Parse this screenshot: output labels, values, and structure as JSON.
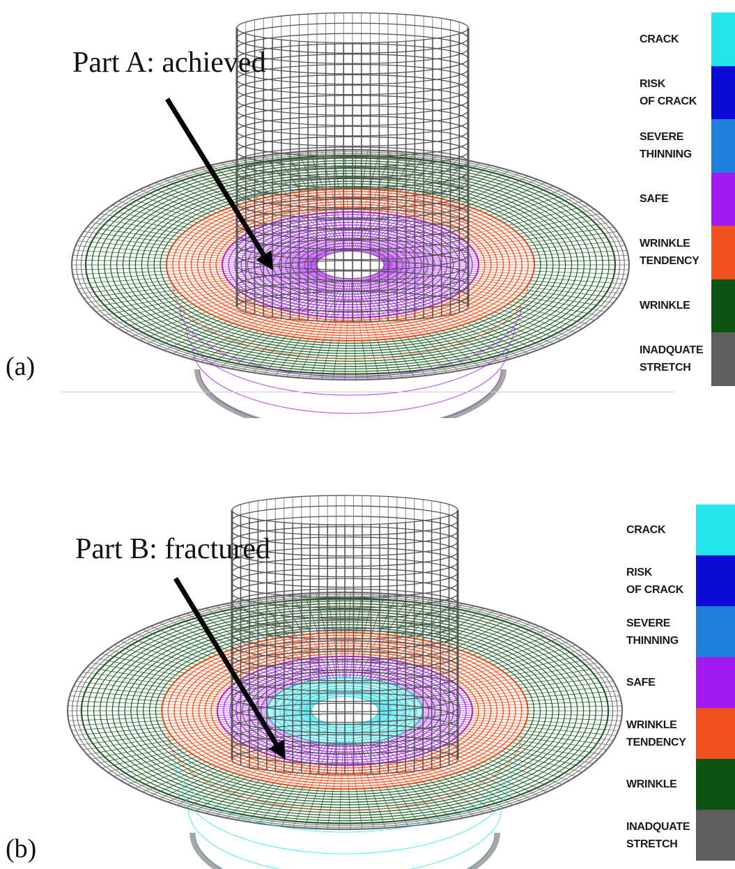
{
  "colors": {
    "crack": "#22e5ec",
    "risk_of_crack": "#0b0bd6",
    "severe_thinning": "#1e7fd8",
    "safe": "#a21af0",
    "wrinkle_tendency": "#f2501c",
    "wrinkle": "#0d5413",
    "inadequate_stretch": "#5e5e5e",
    "mesh_gray": "#555555"
  },
  "panel_a": {
    "panel_label": "(a)",
    "part_label": "Part A: achieved",
    "legend": [
      {
        "label": "CRACK",
        "color": "#22e5ec"
      },
      {
        "label": "RISK\nOF CRACK",
        "color": "#0b0bd6"
      },
      {
        "label": "SEVERE\nTHINNING",
        "color": "#1e7fd8"
      },
      {
        "label": "SAFE",
        "color": "#a21af0"
      },
      {
        "label": "WRINKLE\nTENDENCY",
        "color": "#f2501c"
      },
      {
        "label": "WRINKLE",
        "color": "#0d5413"
      },
      {
        "label": "INADQUATE\nSTRETCH",
        "color": "#5e5e5e"
      }
    ]
  },
  "panel_b": {
    "panel_label": "(b)",
    "part_label": "Part B: fractured",
    "legend": [
      {
        "label": "CRACK",
        "color": "#22e5ec"
      },
      {
        "label": "RISK\nOF CRACK",
        "color": "#0b0bd6"
      },
      {
        "label": "SEVERE\nTHINNING",
        "color": "#1e7fd8"
      },
      {
        "label": "SAFE",
        "color": "#a21af0"
      },
      {
        "label": "WRINKLE\nTENDENCY",
        "color": "#f2501c"
      },
      {
        "label": "WRINKLE",
        "color": "#0d5413"
      },
      {
        "label": "INADQUATE\nSTRETCH",
        "color": "#5e5e5e"
      }
    ]
  }
}
